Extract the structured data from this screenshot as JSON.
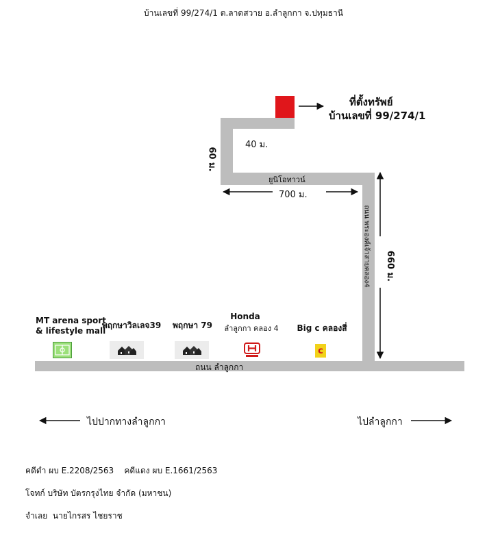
{
  "header": {
    "address_line": "บ้านเลขที่ 99/274/1 ต.ลาดสวาย อ.ลำลูกกา จ.ปทุมธานี"
  },
  "property": {
    "title": "ที่ตั้งทรัพย์",
    "house_no": "บ้านเลขที่ 99/274/1",
    "marker_color": "#e0161b"
  },
  "roads": {
    "main_road": "ถนน ลำลูกกา",
    "side_road": "ถนน พระองค์เจ้าสายคลอง4",
    "village_road": "ยูนิโอทาวน์",
    "road_color": "#bdbdbd"
  },
  "distances": {
    "d40": "40 ม.",
    "d60": "60 ม.",
    "d700": "700 ม.",
    "d660": "660 ม."
  },
  "landmarks": [
    {
      "name_line1": "MT arena sport",
      "name_line2": "& lifestyle mall",
      "icon": "soccer-field-icon"
    },
    {
      "name": "พฤกษาวิลเลจ39",
      "icon": "houses-icon"
    },
    {
      "name": "พฤกษา 79",
      "icon": "houses-icon"
    },
    {
      "name_line1": "Honda",
      "name_line2": "ลำลูกกา คลอง 4",
      "icon": "honda-logo-icon"
    },
    {
      "name": "Big c คลองสี่",
      "icon": "big-c-logo-icon"
    }
  ],
  "directions": {
    "left": "ไปปากทางลำลูกกา",
    "right": "ไปลำลูกกา"
  },
  "footer": {
    "case_line": "คดีดำ ผบ E.2208/2563    คดีแดง ผบ E.1661/2563",
    "plaintiff": "โจทก์ บริษัท บัตรกรุงไทย จำกัด (มหาชน)",
    "defendant": "จำเลย  นายไกรสร ไชยราช"
  }
}
